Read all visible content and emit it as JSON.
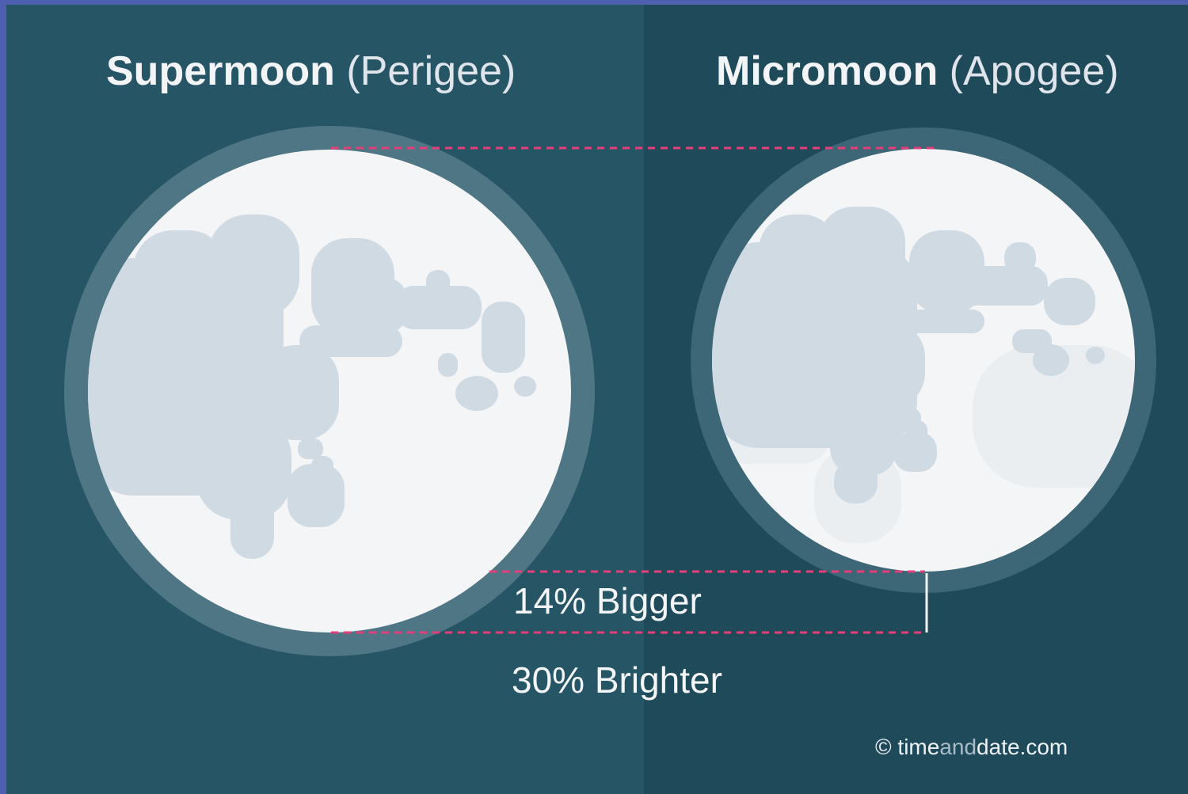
{
  "headings": {
    "supermoon": {
      "main": "Supermoon",
      "sub": "(Perigee)"
    },
    "micromoon": {
      "main": "Micromoon",
      "sub": "(Apogee)"
    }
  },
  "comparison": {
    "size": "14% Bigger",
    "brightness": "30% Brighter"
  },
  "credit": {
    "copyright": "©",
    "name_part1": "time",
    "name_part2": "and",
    "name_part3": "date.com"
  },
  "colors": {
    "left_background": "#265566",
    "right_background": "#1f4a5a",
    "moon_halo": "#4f7685",
    "moon_surface": "#f4f5f6",
    "moon_maria": "#cfdae2",
    "guide_line": "#e0417a"
  }
}
